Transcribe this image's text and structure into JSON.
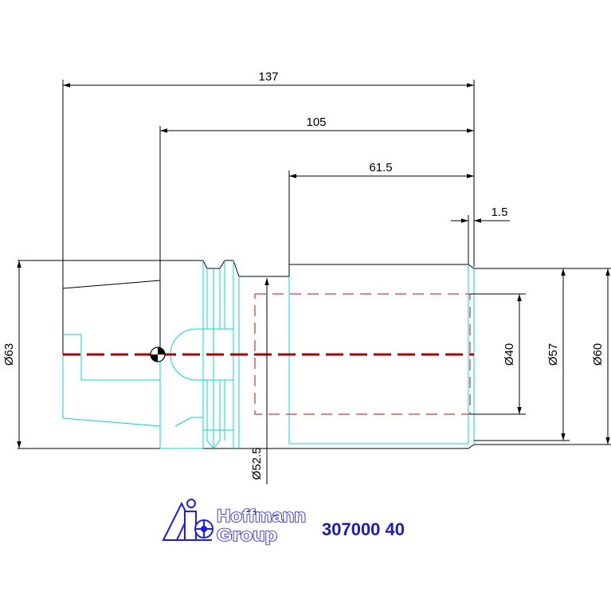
{
  "drawing": {
    "dimensions": {
      "overall_length": "137",
      "gauge_length": "105",
      "bore_depth": "61.5",
      "collar_length": "1.5",
      "flange_diameter": "Ø63",
      "bore_diameter": "Ø40",
      "outer_diameter_57": "Ø57",
      "outer_diameter_60": "Ø60",
      "neck_diameter": "Ø52.5"
    },
    "logo": {
      "line1": "Hoffmann",
      "line2": "Group"
    },
    "part_number": "307000 40",
    "colors": {
      "outline": "#000000",
      "body": "#00d8e0",
      "hidden": "#e00000",
      "centerline": "#b00000",
      "logo": "#1a1aff"
    }
  }
}
